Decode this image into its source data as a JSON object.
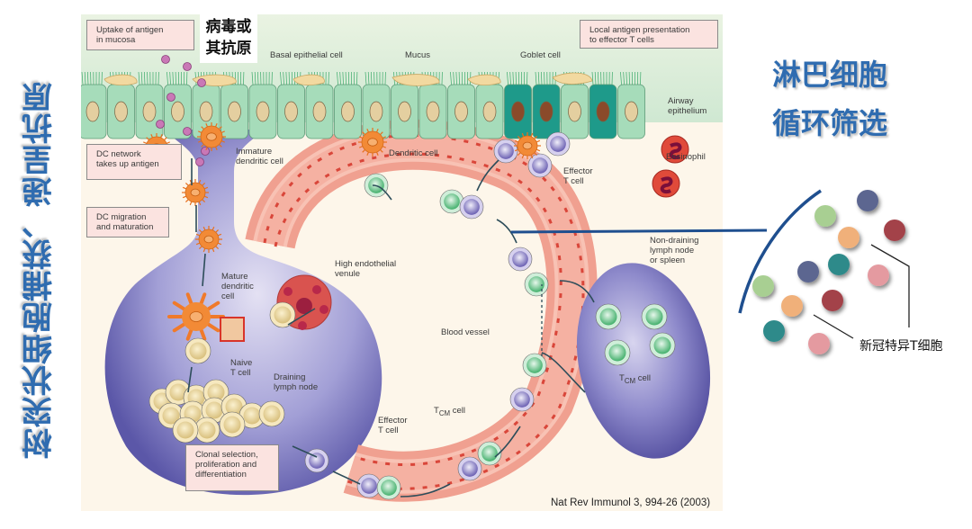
{
  "left_title": "树突状细胞捕获、递呈抗原",
  "right_title": "淋巴细胞\n循环筛选",
  "virus_label": "病毒或\n其抗原",
  "sars_tcell_label": "新冠特异T细胞",
  "citation": "Nat Rev Immunol 3, 994-26 (2003)",
  "boxes": {
    "uptake": "Uptake of antigen\nin mucosa",
    "dc_network": "DC network\ntakes up antigen",
    "dc_migration": "DC migration\nand maturation",
    "clonal": "Clonal selection,\nproliferation and\ndifferentiation",
    "local_presentation": "Local antigen presentation\nto effector T cells"
  },
  "labels": {
    "basal_epithelial": "Basal epithelial cell",
    "mucus": "Mucus",
    "goblet": "Goblet cell",
    "airway_epithelium": "Airway\nepithelium",
    "immature_dc": "Immature\ndendritic cell",
    "dendritic_cell": "Dendritic cell",
    "effector_top": "Effector\nT cell",
    "eosinophil": "Eosinophil",
    "mature_dc": "Mature\ndendritic\ncell",
    "hev": "High endothelial\nvenule",
    "naive_tcell": "Naive\nT cell",
    "draining_ln": "Draining\nlymph node",
    "blood_vessel": "Blood vessel",
    "non_draining": "Non-draining\nlymph node\nor spleen",
    "effector_bottom": "Effector\nT cell",
    "tcm_bottom": "T",
    "tcm_bottom_sub": "CM",
    "tcm_bottom_suffix": " cell",
    "tcm_right": "T",
    "tcm_right_sub": "CM",
    "tcm_right_suffix": " cell"
  },
  "colors": {
    "title_blue": "#2f6cb0",
    "epithelium_green": "#9fd6b4",
    "goblet_teal": "#1e9a8a",
    "lymph_node_purple": "#7a76c0",
    "vessel_pink": "#f3a393",
    "dc_orange": "#f07a2a",
    "tcell_green": "#6cc68a",
    "effector_purple": "#8c7fc4",
    "naive_cream": "#e8d7a0"
  }
}
